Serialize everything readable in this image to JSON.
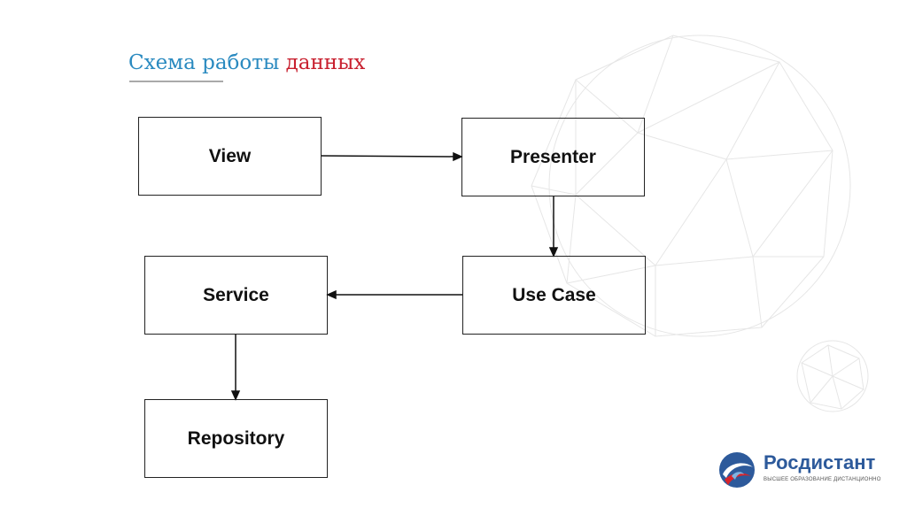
{
  "title": {
    "part1": "Схема работы",
    "part2": "данных",
    "color_blue": "#2a8ac0",
    "color_red": "#c8202f"
  },
  "nodes": {
    "view": "View",
    "presenter": "Presenter",
    "service": "Service",
    "use_case": "Use Case",
    "repository": "Repository"
  },
  "edges": [
    {
      "from": "View",
      "to": "Presenter"
    },
    {
      "from": "Presenter",
      "to": "Use Case"
    },
    {
      "from": "Use Case",
      "to": "Service"
    },
    {
      "from": "Service",
      "to": "Repository"
    }
  ],
  "logo": {
    "name": "Росдистант",
    "tagline": "ВЫСШЕЕ ОБРАЗОВАНИЕ ДИСТАНЦИОННО"
  }
}
